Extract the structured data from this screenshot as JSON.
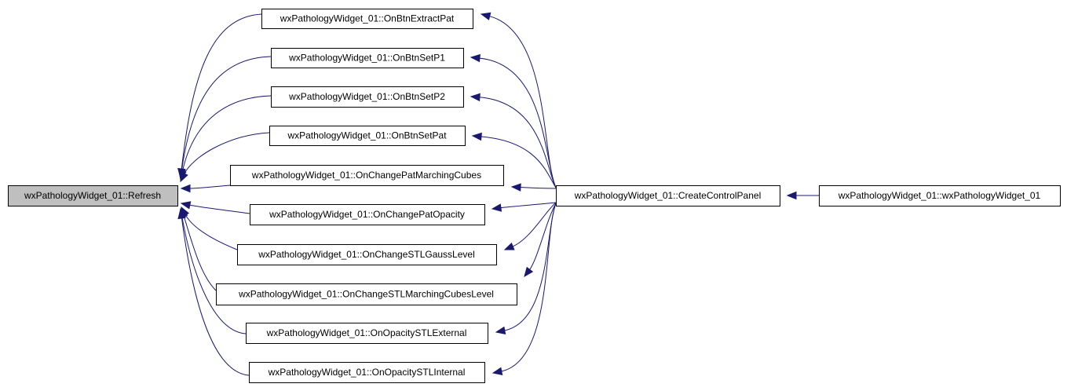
{
  "graph": {
    "colors": {
      "edge": "#191970",
      "root_fill": "#bfbfbf",
      "node_fill": "#ffffff",
      "border": "#000000"
    },
    "nodes": [
      {
        "id": "refresh",
        "label": "wxPathologyWidget_01::Refresh",
        "highlighted": true
      },
      {
        "id": "extract",
        "label": "wxPathologyWidget_01::OnBtnExtractPat"
      },
      {
        "id": "setp1",
        "label": "wxPathologyWidget_01::OnBtnSetP1"
      },
      {
        "id": "setp2",
        "label": "wxPathologyWidget_01::OnBtnSetP2"
      },
      {
        "id": "setpat",
        "label": "wxPathologyWidget_01::OnBtnSetPat"
      },
      {
        "id": "mc",
        "label": "wxPathologyWidget_01::OnChangePatMarchingCubes"
      },
      {
        "id": "opacity",
        "label": "wxPathologyWidget_01::OnChangePatOpacity"
      },
      {
        "id": "gauss",
        "label": "wxPathologyWidget_01::OnChangeSTLGaussLevel"
      },
      {
        "id": "mclevel",
        "label": "wxPathologyWidget_01::OnChangeSTLMarchingCubesLevel"
      },
      {
        "id": "ext",
        "label": "wxPathologyWidget_01::OnOpacitySTLExternal"
      },
      {
        "id": "int",
        "label": "wxPathologyWidget_01::OnOpacitySTLInternal"
      },
      {
        "id": "ccp",
        "label": "wxPathologyWidget_01::CreateControlPanel"
      },
      {
        "id": "ctor",
        "label": "wxPathologyWidget_01::wxPathologyWidget_01"
      }
    ],
    "edges": [
      {
        "from": "extract",
        "to": "refresh"
      },
      {
        "from": "setp1",
        "to": "refresh"
      },
      {
        "from": "setp2",
        "to": "refresh"
      },
      {
        "from": "setpat",
        "to": "refresh"
      },
      {
        "from": "mc",
        "to": "refresh"
      },
      {
        "from": "opacity",
        "to": "refresh"
      },
      {
        "from": "gauss",
        "to": "refresh"
      },
      {
        "from": "mclevel",
        "to": "refresh"
      },
      {
        "from": "ext",
        "to": "refresh"
      },
      {
        "from": "int",
        "to": "refresh"
      },
      {
        "from": "ccp",
        "to": "extract"
      },
      {
        "from": "ccp",
        "to": "setp1"
      },
      {
        "from": "ccp",
        "to": "setp2"
      },
      {
        "from": "ccp",
        "to": "setpat"
      },
      {
        "from": "ccp",
        "to": "mc"
      },
      {
        "from": "ccp",
        "to": "opacity"
      },
      {
        "from": "ccp",
        "to": "gauss"
      },
      {
        "from": "ccp",
        "to": "mclevel"
      },
      {
        "from": "ccp",
        "to": "ext"
      },
      {
        "from": "ccp",
        "to": "int"
      },
      {
        "from": "ctor",
        "to": "ccp"
      }
    ]
  }
}
